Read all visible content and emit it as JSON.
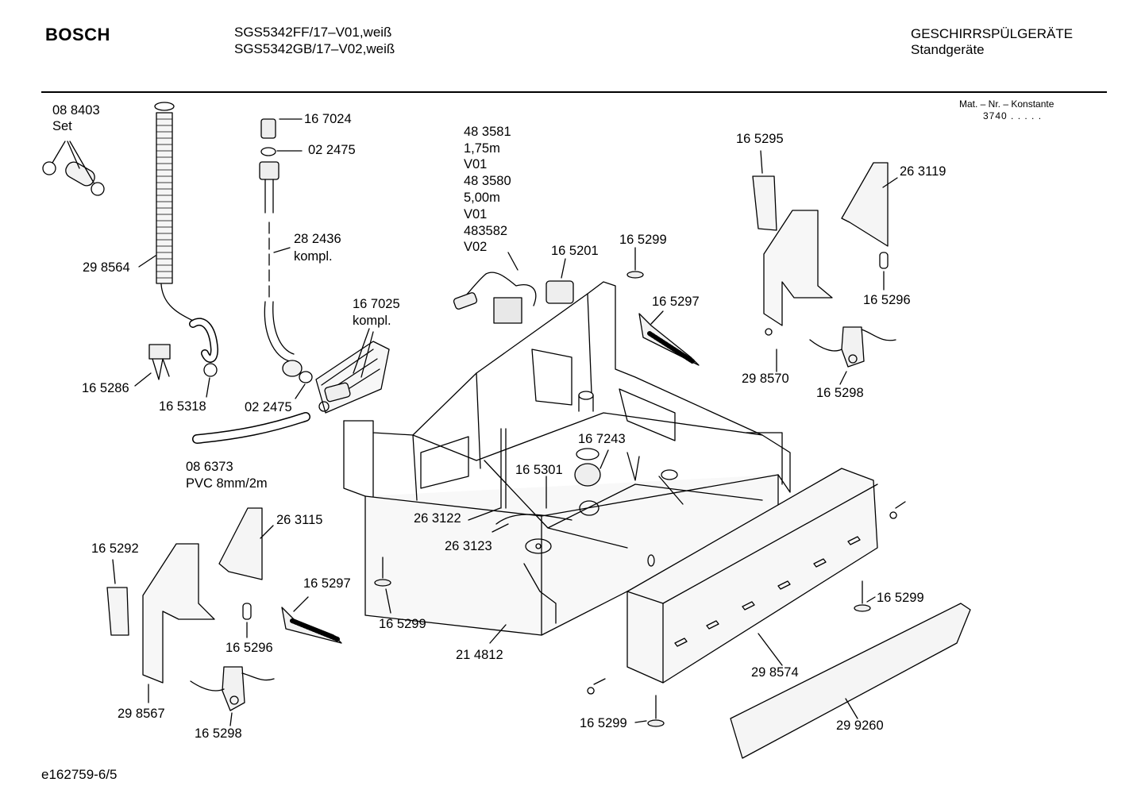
{
  "header": {
    "brand": "BOSCH",
    "model_line_1": "SGS5342FF/17–V01,weiß",
    "model_line_2": "SGS5342GB/17–V02,weiß",
    "category": "GESCHIRRSPÜLGERÄTE",
    "subcategory": "Standgeräte",
    "mat_label": "Mat. – Nr. – Konstante",
    "mat_value": "3740  .  .  .  .  ."
  },
  "parts": {
    "p088403": "08 8403",
    "p088403_note": "Set",
    "p298564": "29 8564",
    "p165286": "16 5286",
    "p165318": "16 5318",
    "p167024": "16 7024",
    "p022475_top": "02 2475",
    "p282436": "28 2436",
    "p282436_note": "kompl.",
    "p167025": "16 7025",
    "p167025_note": "kompl.",
    "p022475_bottom": "02 2475",
    "p086373": "08 6373",
    "p086373_note": "PVC 8mm/2m",
    "cable_1": "48 3581",
    "cable_2": "1,75m",
    "cable_3": "V01",
    "cable_4": "48 3580",
    "cable_5": "5,00m",
    "cable_6": "V01",
    "cable_7": "483582",
    "cable_8": "V02",
    "p165201": "16 5201",
    "p165299_top": "16 5299",
    "p165297_top": "16 5297",
    "p165295": "16 5295",
    "p263119": "26 3119",
    "p165296_top": "16 5296",
    "p298570": "29 8570",
    "p165298_top": "16 5298",
    "p167243": "16 7243",
    "p165301": "16 5301",
    "p263122": "26 3122",
    "p263123": "26 3123",
    "p165292": "16 5292",
    "p263115": "26 3115",
    "p165297_bottom": "16 5297",
    "p165296_bottom": "16 5296",
    "p298567": "29 8567",
    "p165298_bottom": "16 5298",
    "p165299_mid": "16 5299",
    "p214812": "21 4812",
    "p165299_right": "16 5299",
    "p298574": "29 8574",
    "p165299_bottom": "16 5299",
    "p299260": "29 9260"
  },
  "footer": {
    "drawing_id": "e162759-6/5"
  }
}
